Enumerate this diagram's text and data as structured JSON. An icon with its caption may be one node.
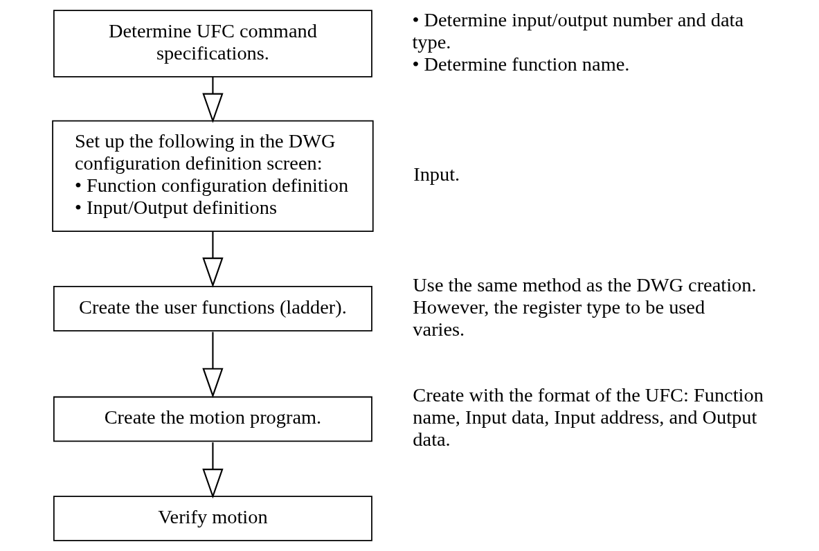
{
  "diagram": {
    "nodes": [
      {
        "text": [
          "Determine UFC command specifications."
        ],
        "beside": [
          "• Determine input/output number and data type.",
          "• Determine function name."
        ]
      },
      {
        "text": [
          "Set up the following in the DWG configuration definition screen:",
          "• Function configuration definition",
          "• Input/Output definitions"
        ],
        "beside": [
          "Input."
        ]
      },
      {
        "text": [
          "Create the user functions (ladder)."
        ],
        "beside": [
          "Use the same method as the DWG creation. However, the register type to be used varies."
        ]
      },
      {
        "text": [
          "Create the motion program."
        ],
        "beside": [
          "Create with the format of the UFC: Function name, Input data, Input address, and Output data."
        ]
      },
      {
        "text": [
          "Verify motion"
        ]
      }
    ],
    "edges": [
      {
        "from": 0,
        "to": 1,
        "arrow": "to"
      },
      {
        "from": 1,
        "to": 2,
        "arrow": "to"
      },
      {
        "from": 2,
        "to": 3,
        "arrow": "to"
      },
      {
        "from": 3,
        "to": 4,
        "arrow": "to"
      }
    ]
  }
}
